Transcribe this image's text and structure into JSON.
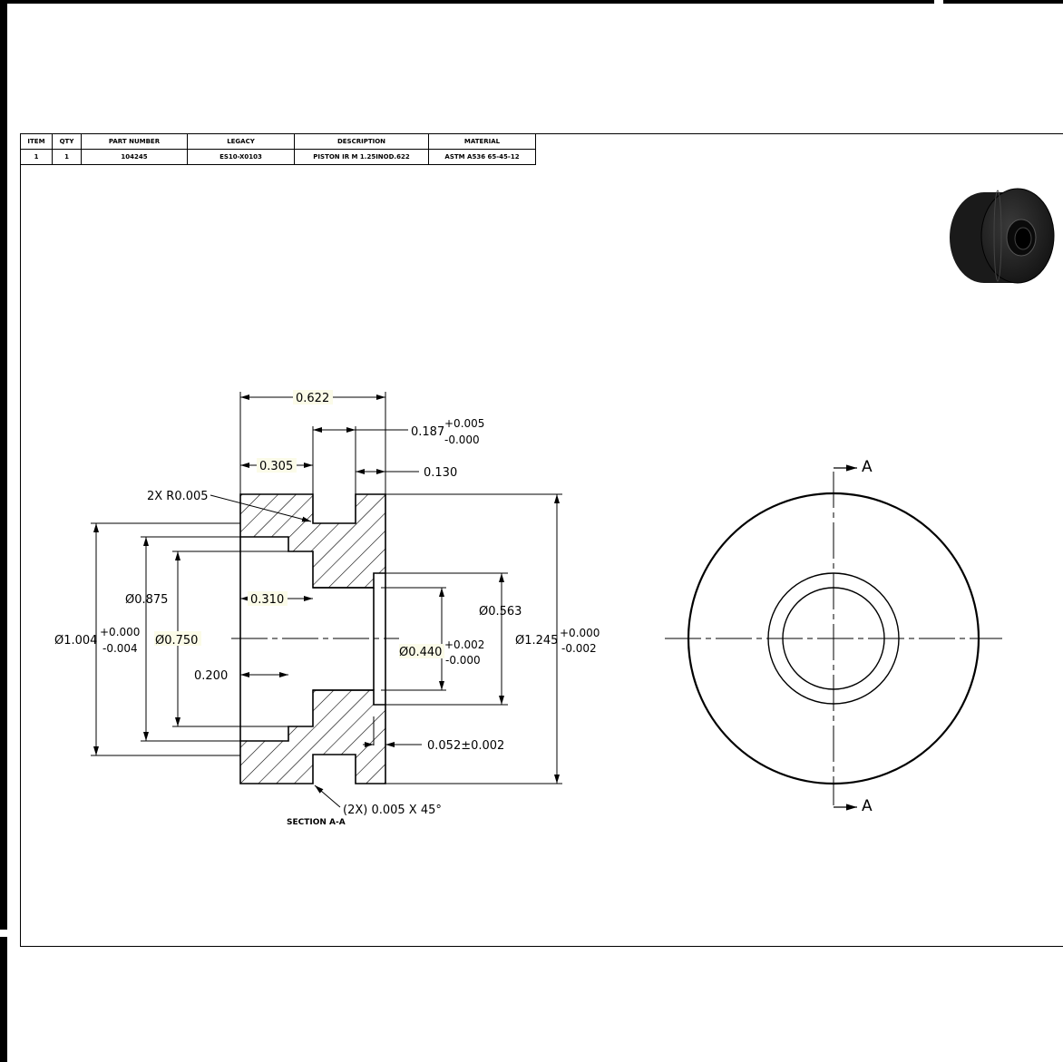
{
  "bom": {
    "headers": [
      "ITEM",
      "QTY",
      "PART NUMBER",
      "LEGACY",
      "DESCRIPTION",
      "MATERIAL"
    ],
    "row": [
      "1",
      "1",
      "104245",
      "ES10-X0103",
      "PISTON IR M 1.25INOD.622",
      "ASTM A536 65-45-12"
    ]
  },
  "dims": {
    "overall_length": "0.622",
    "groove_width": "0.187",
    "groove_width_tol_plus": "+0.005",
    "groove_width_tol_minus": "-0.000",
    "groove_position": "0.305",
    "groove_to_face": "0.130",
    "radius_note": "2X R0.005",
    "dia_0875": "Ø0.875",
    "bore_depth_0310": "0.310",
    "dia_1004": "Ø1.004",
    "dia_1004_tol_plus": "+0.000",
    "dia_1004_tol_minus": "-0.004",
    "dia_0750": "Ø0.750",
    "depth_0200": "0.200",
    "dia_0563": "Ø0.563",
    "dia_0440": "Ø0.440",
    "dia_0440_tol_plus": "+0.002",
    "dia_0440_tol_minus": "-0.000",
    "dia_1245": "Ø1.245",
    "dia_1245_tol_plus": "+0.000",
    "dia_1245_tol_minus": "-0.002",
    "recess_depth": "0.052±0.002",
    "chamfer_note": "(2X) 0.005 X 45°"
  },
  "section_label": "SECTION A-A",
  "section_marker_top": "A",
  "section_marker_bottom": "A"
}
